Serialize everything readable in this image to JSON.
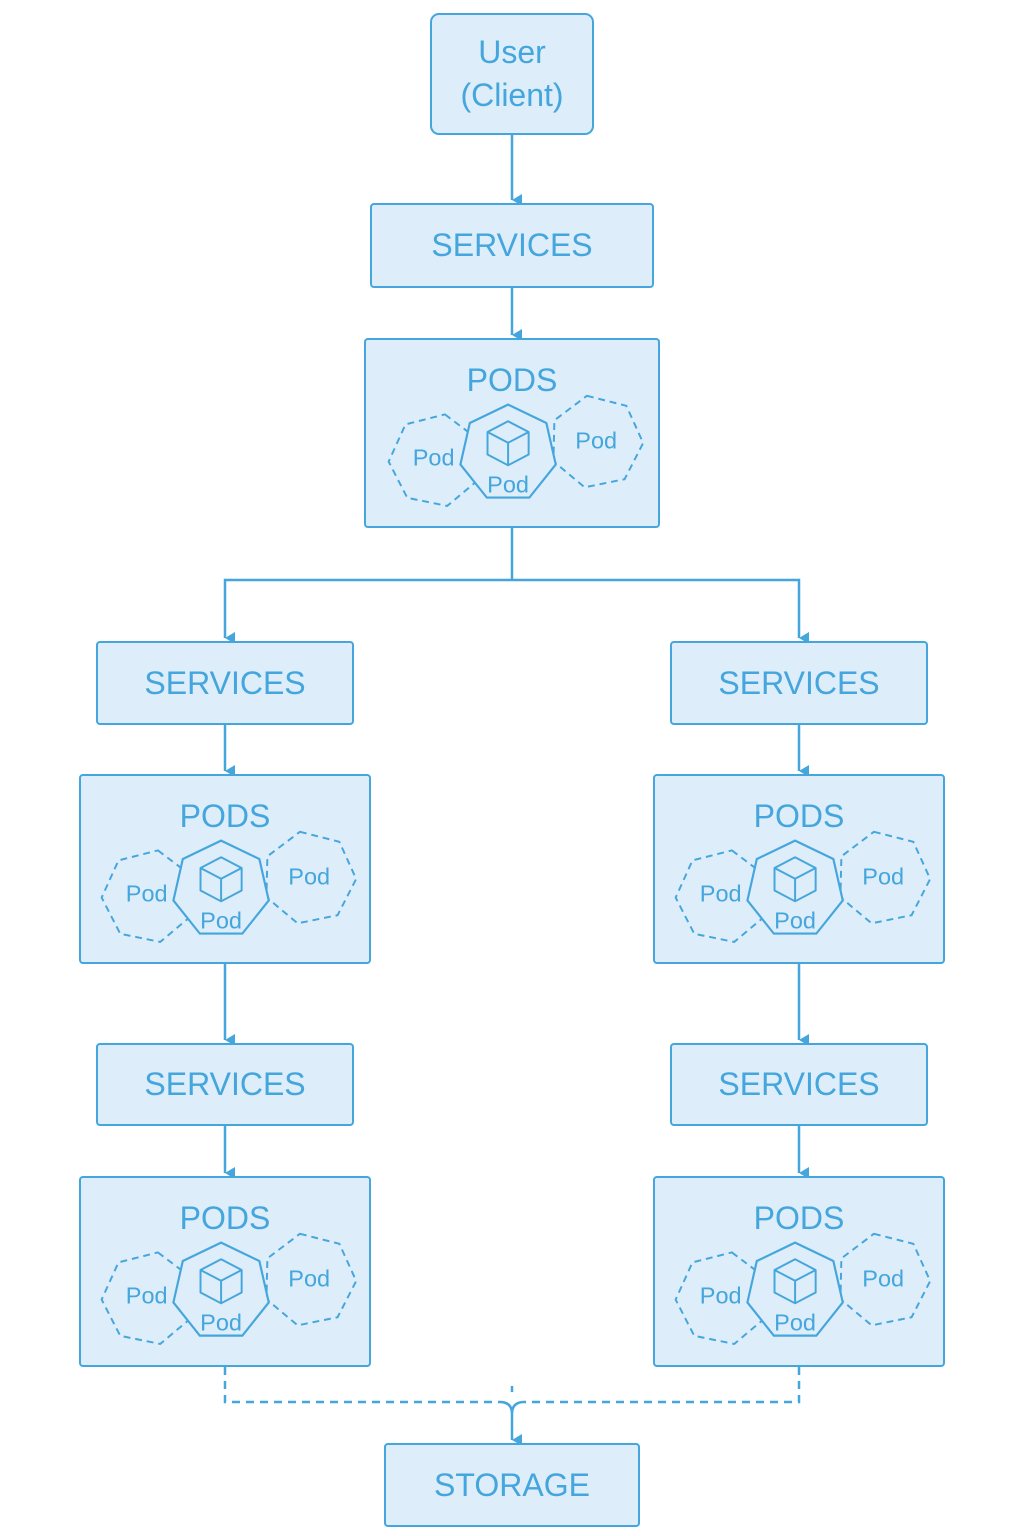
{
  "colors": {
    "stroke": "#44a6dc",
    "fill": "#ddedf9",
    "text": "#44a6dc",
    "background": "#ffffff"
  },
  "nodes": {
    "user": {
      "label": "User\n(Client)"
    },
    "services_top": {
      "label": "SERVICES"
    },
    "pods_top": {
      "title": "PODS",
      "pod_left": "Pod",
      "pod_center": "Pod",
      "pod_right": "Pod",
      "center_icon": "cube-icon"
    },
    "services_left_1": {
      "label": "SERVICES"
    },
    "services_right_1": {
      "label": "SERVICES"
    },
    "pods_left_1": {
      "title": "PODS",
      "pod_left": "Pod",
      "pod_center": "Pod",
      "pod_right": "Pod",
      "center_icon": "cube-icon"
    },
    "pods_right_1": {
      "title": "PODS",
      "pod_left": "Pod",
      "pod_center": "Pod",
      "pod_right": "Pod",
      "center_icon": "cube-icon"
    },
    "services_left_2": {
      "label": "SERVICES"
    },
    "services_right_2": {
      "label": "SERVICES"
    },
    "pods_left_2": {
      "title": "PODS",
      "pod_left": "Pod",
      "pod_center": "Pod",
      "pod_right": "Pod",
      "center_icon": "cube-icon"
    },
    "pods_right_2": {
      "title": "PODS",
      "pod_left": "Pod",
      "pod_center": "Pod",
      "pod_right": "Pod",
      "center_icon": "cube-icon"
    },
    "storage": {
      "label": "STORAGE"
    }
  },
  "edges": [
    {
      "from": "user",
      "to": "services_top",
      "style": "solid"
    },
    {
      "from": "services_top",
      "to": "pods_top",
      "style": "solid"
    },
    {
      "from": "pods_top",
      "to": "services_left_1",
      "style": "solid"
    },
    {
      "from": "pods_top",
      "to": "services_right_1",
      "style": "solid"
    },
    {
      "from": "services_left_1",
      "to": "pods_left_1",
      "style": "solid"
    },
    {
      "from": "services_right_1",
      "to": "pods_right_1",
      "style": "solid"
    },
    {
      "from": "pods_left_1",
      "to": "services_left_2",
      "style": "solid"
    },
    {
      "from": "pods_right_1",
      "to": "services_right_2",
      "style": "solid"
    },
    {
      "from": "services_left_2",
      "to": "pods_left_2",
      "style": "solid"
    },
    {
      "from": "services_right_2",
      "to": "pods_right_2",
      "style": "solid"
    },
    {
      "from": "pods_left_2",
      "to": "storage",
      "style": "dashed"
    },
    {
      "from": "pods_right_2",
      "to": "storage",
      "style": "dashed"
    }
  ]
}
